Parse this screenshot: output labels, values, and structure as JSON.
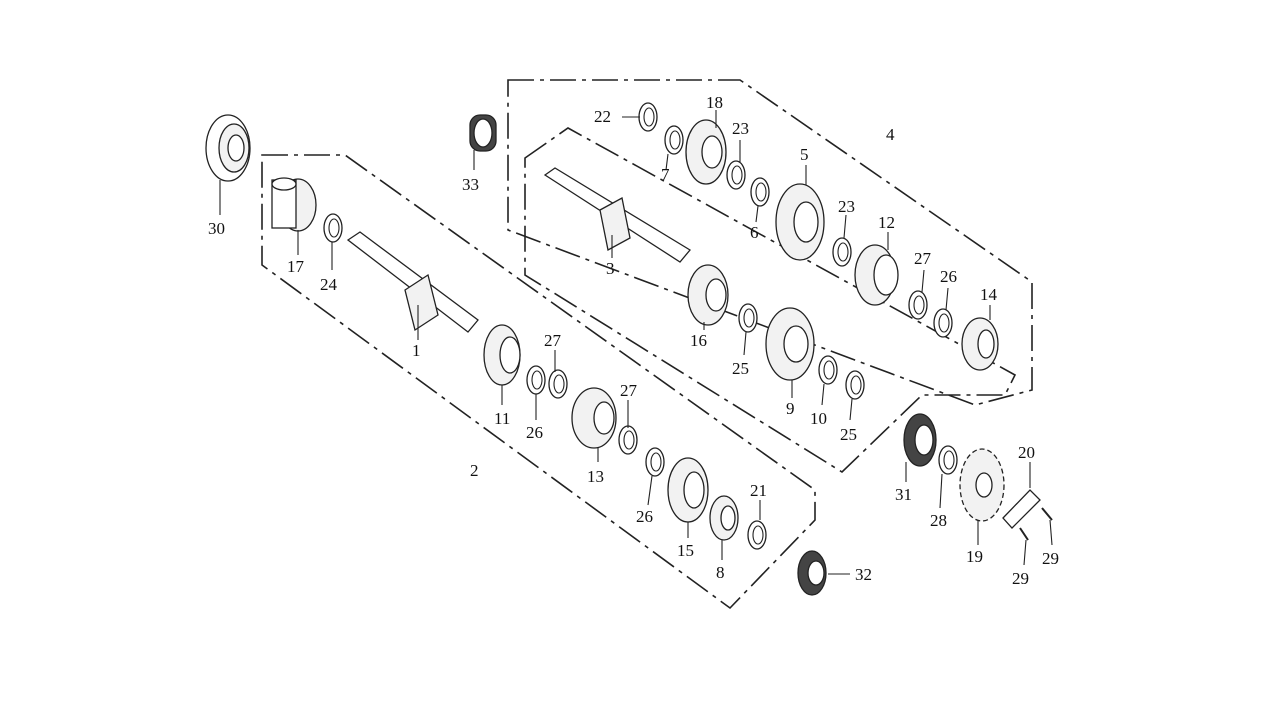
{
  "labels": {
    "l1": "1",
    "l2": "2",
    "l3": "3",
    "l4": "4",
    "l5": "5",
    "l6": "6",
    "l7": "7",
    "l8": "8",
    "l9": "9",
    "l10": "10",
    "l11": "11",
    "l12": "12",
    "l13": "13",
    "l14": "14",
    "l15": "15",
    "l16": "16",
    "l17": "17",
    "l18": "18",
    "l19": "19",
    "l20": "20",
    "l21": "21",
    "l22": "22",
    "l23a": "23",
    "l23b": "23",
    "l24": "24",
    "l25a": "25",
    "l25b": "25",
    "l26a": "26",
    "l26b": "26",
    "l26c": "26",
    "l27a": "27",
    "l27b": "27",
    "l27c": "27",
    "l28": "28",
    "l29a": "29",
    "l29b": "29",
    "l30": "30",
    "l31": "31",
    "l32": "32",
    "l33": "33"
  }
}
